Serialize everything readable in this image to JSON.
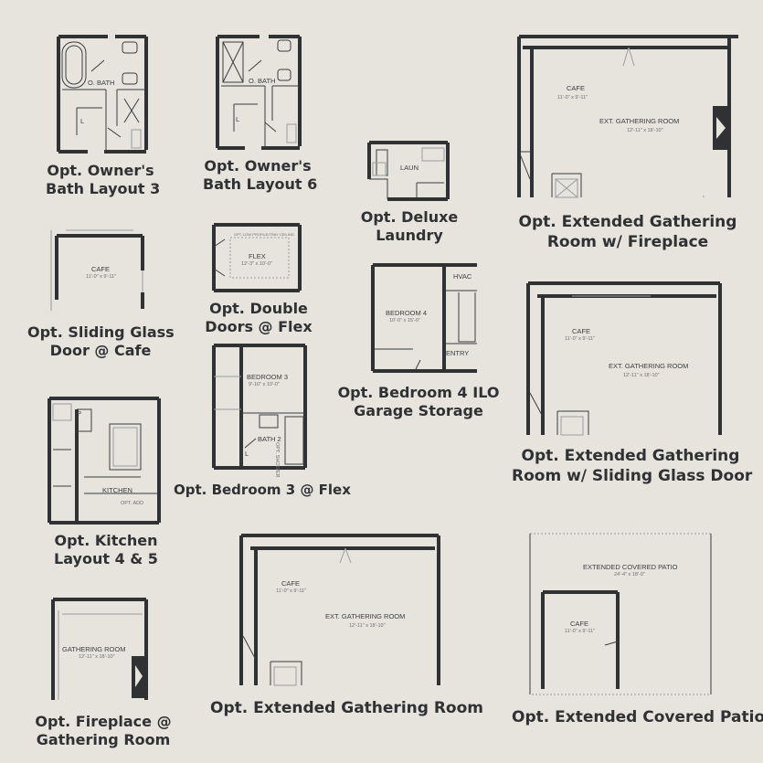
{
  "captions": {
    "owner_bath_3": [
      "Opt. Owner's",
      "Bath Layout 3"
    ],
    "owner_bath_6": [
      "Opt. Owner's",
      "Bath Layout 6"
    ],
    "deluxe_laundry": [
      "Opt. Deluxe",
      "Laundry"
    ],
    "ext_gathering_fireplace": [
      "Opt. Extended Gathering",
      "Room w/ Fireplace"
    ],
    "sliding_glass_cafe": [
      "Opt. Sliding Glass",
      "Door @ Cafe"
    ],
    "double_doors_flex": [
      "Opt. Double",
      "Doors @ Flex"
    ],
    "bedroom4_garage": [
      "Opt. Bedroom 4 ILO",
      "Garage Storage"
    ],
    "ext_gathering_sliding": [
      "Opt. Extended Gathering",
      "Room w/ Sliding Glass Door"
    ],
    "bedroom3_flex": [
      "Opt. Bedroom 3 @ Flex"
    ],
    "kitchen_layout": [
      "Opt. Kitchen",
      "Layout 4 & 5"
    ],
    "fireplace_gathering": [
      "Opt. Fireplace @",
      "Gathering Room"
    ],
    "ext_gathering": [
      "Opt. Extended Gathering Room"
    ],
    "ext_covered_patio": [
      "Opt. Extended Covered Patio"
    ]
  },
  "rooms": {
    "o_bath_a": "O. BATH",
    "o_bath_b": "O. BATH",
    "l": "L",
    "laun": "LAUN",
    "cafe": "CAFE",
    "cafe_dim": "11'-0\" x 9'-11\"",
    "ext_gathering": "EXT. GATHERING ROOM",
    "ext_gathering_dim": "12'-11\" x 18'-10\"",
    "flex": "FLEX",
    "flex_dim": "12'-3\" x 10'-0\"",
    "flex_note": "OPT. LOW PROFILE/TRAY CEILING",
    "bedroom4": "BEDROOM 4",
    "bedroom4_dim": "10'-0\" x 15'-0\"",
    "hvac": "HVAC",
    "entry": "ENTRY",
    "bedroom3": "BEDROOM 3",
    "bedroom3_dim": "9'-10\" x 10'-0\"",
    "bath2": "BATH 2",
    "opt_shower": "OPT. SHOWER",
    "pantry": "P",
    "kitchen": "KITCHEN",
    "opt_add": "OPT. ADD",
    "gathering": "GATHERING ROOM",
    "gathering_dim": "12'-11\" x 18'-10\"",
    "ext_patio": "EXTENDED COVERED PATIO",
    "ext_patio_dim": "24'-4\" x 18'-0\""
  }
}
